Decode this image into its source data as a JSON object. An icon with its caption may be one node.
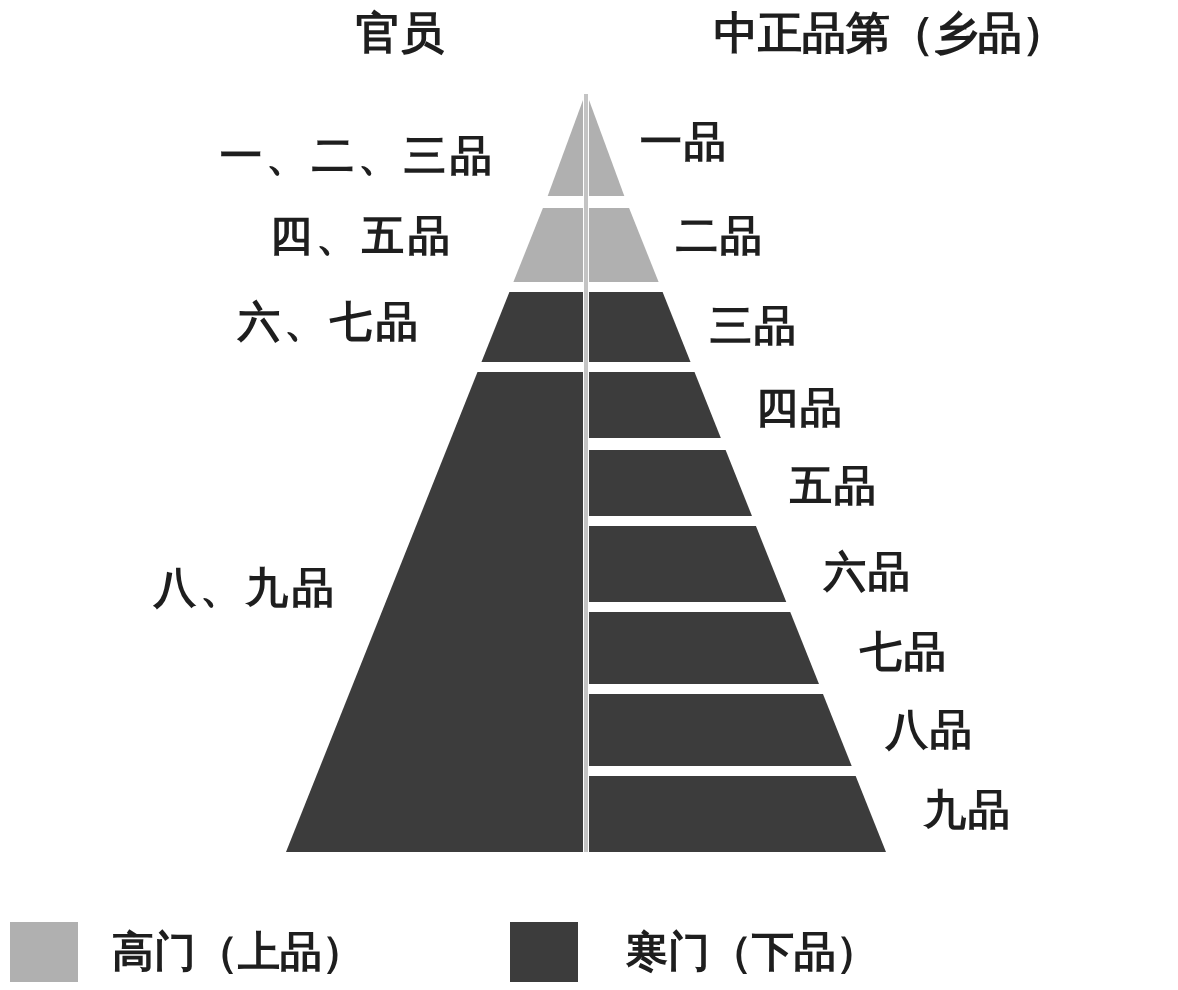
{
  "diagram": {
    "nodes": [
      {
        "text": [],
        "shape": "triangle",
        "beside": [
          "一、二、三品"
        ]
      },
      {
        "text": [],
        "shape": "trapezoid",
        "beside": [
          "四、五品"
        ]
      },
      {
        "text": [],
        "shape": "trapezoid"
      },
      {
        "text": [],
        "shape": "trapezoid",
        "beside": [
          "八、九品"
        ]
      },
      {
        "text": [],
        "shape": "triangle",
        "beside": [
          "一品"
        ]
      },
      {
        "text": [],
        "shape": "trapezoid",
        "beside": [
          "二品"
        ]
      },
      {
        "text": [],
        "shape": "trapezoid",
        "beside": [
          "三品"
        ]
      },
      {
        "text": [],
        "shape": "trapezoid",
        "beside": [
          "四品"
        ]
      },
      {
        "text": [],
        "shape": "trapezoid",
        "beside": [
          "五品"
        ]
      },
      {
        "text": [],
        "shape": "trapezoid",
        "beside": [
          "六品"
        ]
      },
      {
        "text": [],
        "shape": "trapezoid",
        "beside": [
          "七品"
        ]
      },
      {
        "text": [],
        "shape": "trapezoid",
        "beside": [
          "八品"
        ]
      },
      {
        "text": [],
        "shape": "trapezoid",
        "beside": [
          "九品"
        ]
      }
    ],
    "labels": [
      "官员",
      "中正品第（乡品）",
      "六、七品"
    ],
    "legend": [
      {
        "text": "高门（上品）",
        "color": "#b0b0b0"
      },
      {
        "text": "寒门（下品）",
        "color": "#3c3c3c"
      }
    ]
  }
}
